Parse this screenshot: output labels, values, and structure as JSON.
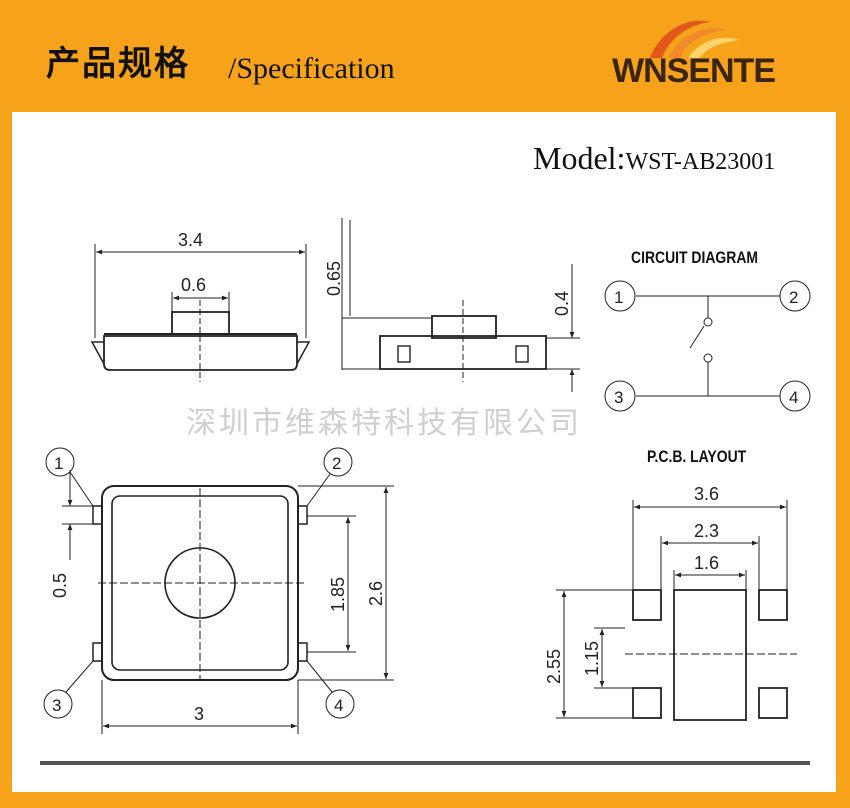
{
  "header": {
    "title_cn": "产品规格",
    "title_en": "/Specification",
    "logo": "WNSENTE"
  },
  "model": {
    "label": "Model:",
    "value": "WST-AB23001"
  },
  "circuit": {
    "heading": "CIRCUIT DIAGRAM",
    "pins": [
      "1",
      "2",
      "3",
      "4"
    ]
  },
  "pcb": {
    "heading": "P.C.B. LAYOUT",
    "dims": {
      "w_outer": "3.6",
      "w_mid": "2.3",
      "w_inner": "1.6",
      "h_outer": "2.55",
      "h_inner": "1.15"
    }
  },
  "front_view": {
    "dims": {
      "width": "3.4",
      "button": "0.6"
    }
  },
  "side_view": {
    "dims": {
      "total_height": "0.65",
      "body_height": "0.4"
    }
  },
  "top_view": {
    "dims": {
      "pin_pitch": "0.5",
      "inner": "1.85",
      "height": "2.6",
      "width": "3"
    },
    "pins": [
      "1",
      "2",
      "3",
      "4"
    ]
  },
  "watermark": "深圳市维森特科技有限公司"
}
